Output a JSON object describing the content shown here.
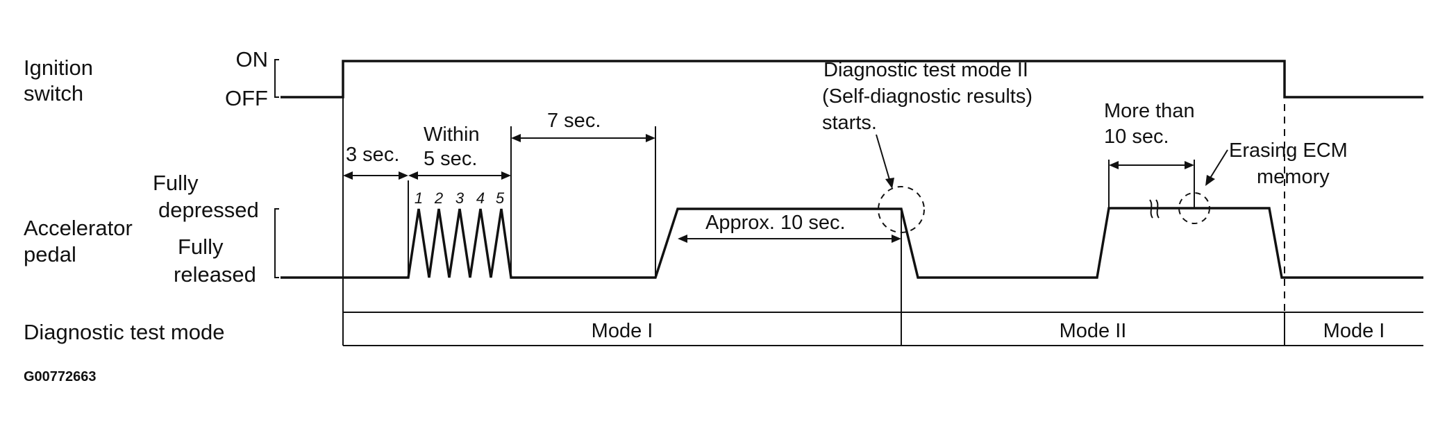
{
  "signals": {
    "ignition": {
      "name": "Ignition switch",
      "name_line1": "Ignition",
      "name_line2": "switch",
      "level_high": "ON",
      "level_low": "OFF"
    },
    "accelerator": {
      "name": "Accelerator pedal",
      "name_line1": "Accelerator",
      "name_line2": "pedal",
      "level_high_line1": "Fully",
      "level_high_line2": "depressed",
      "level_low_line1": "Fully",
      "level_low_line2": "released"
    },
    "mode_row": {
      "name": "Diagnostic test mode"
    }
  },
  "timing_annotations": {
    "step1": "3 sec.",
    "step2_line1": "Within",
    "step2_line2": "5 sec.",
    "step3": "7 sec.",
    "step4": "Approx. 10 sec.",
    "step5_line1": "More than",
    "step5_line2": "10 sec."
  },
  "pulse_numbers": [
    "1",
    "2",
    "3",
    "4",
    "5"
  ],
  "event_notes": {
    "mode2_start_line1": "Diagnostic test mode II",
    "mode2_start_line2": "(Self-diagnostic results)",
    "mode2_start_line3": "starts.",
    "erase_line1": "Erasing ECM",
    "erase_line2": "memory"
  },
  "modes": [
    "Mode I",
    "Mode II",
    "Mode I"
  ],
  "figure_code": "G00772663"
}
